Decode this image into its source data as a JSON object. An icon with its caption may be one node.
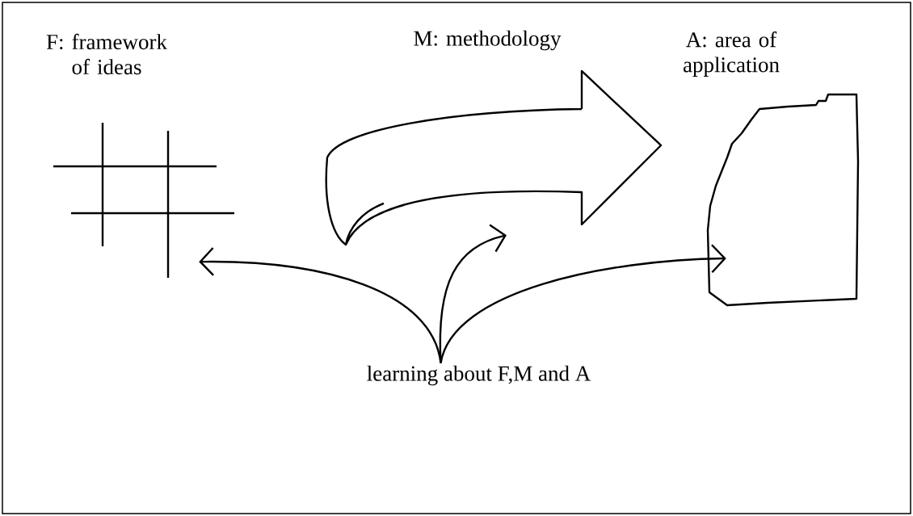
{
  "diagram": {
    "nodes": [
      {
        "text": [
          "F: framework of ideas"
        ]
      },
      {
        "text": [
          "M: methodology"
        ]
      },
      {
        "text": [
          "A: area of application"
        ]
      },
      {
        "text": [
          "learning about F,M and A"
        ]
      }
    ],
    "edges": [
      {
        "from": 3,
        "to": 0,
        "arrow": "to"
      },
      {
        "from": 3,
        "to": 1,
        "arrow": "to"
      },
      {
        "from": 3,
        "to": 2,
        "arrow": "to"
      }
    ]
  }
}
